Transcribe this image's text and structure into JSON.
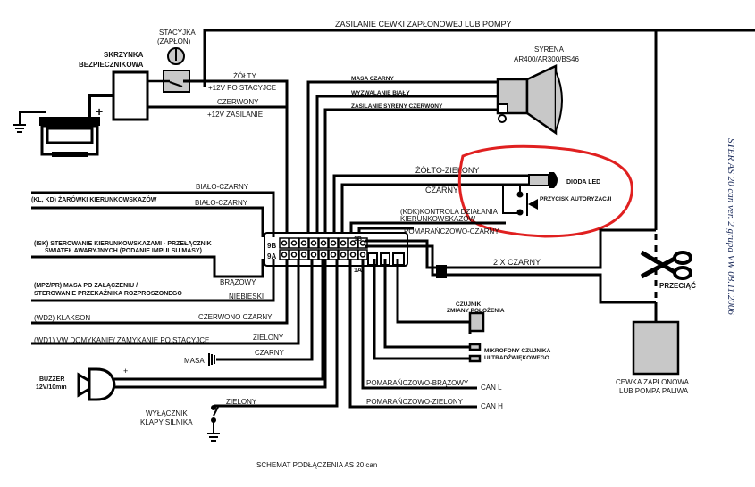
{
  "title": "SCHEMAT PODŁĄCZENIA AS 20 can",
  "side_note": "STER AS 20 can ver. 2 grupa VW 08.11.2006",
  "components": {
    "fuse_box": {
      "line1": "SKRZYNKA",
      "line2": "BEZPIECZNIKOWA"
    },
    "ignition": {
      "line1": "STACYJKA",
      "line2": "(ZAPŁON)"
    },
    "battery_plus": "+",
    "siren": {
      "line1": "SYRENA",
      "line2": "AR400/AR300/BS46"
    },
    "led": "DIODA LED",
    "auth_button": "PRZYCISK AUTORYZACJI",
    "position_sensor": {
      "line1": "CZUJNIK",
      "line2": "ZMIANY POŁOŻENIA"
    },
    "microphones": {
      "line1": "MIKROFONY CZUJNIKA",
      "line2": "ULTRADŹWIĘKOWEGO"
    },
    "coil": {
      "line1": "CEWKA ZAPŁONOWA",
      "line2": "LUB POMPA PALIWA"
    },
    "cut": "PRZECIĄĆ",
    "buzzer": {
      "line1": "BUZZER",
      "line2": "12V/10mm",
      "plus": "+"
    },
    "hood_switch": {
      "line1": "WYŁĄCZNIK",
      "line2": "KLAPY SILNIKA"
    },
    "ground": "MASA",
    "connector": {
      "row_b": "9B",
      "row_a": "9A",
      "pin_1b": "1B",
      "pin_1a": "1A"
    }
  },
  "wires": {
    "coil_supply": "ZASILANIE CEWKI ZAPŁONOWEJ LUB POMPY",
    "yellow": "ŻÓŁTY",
    "yellow_desc": "+12V PO STACYJCE",
    "red": "CZERWONY",
    "red_desc": "+12V ZASILANIE",
    "siren_ground": "MASA CZARNY",
    "siren_trigger": "WYZWALANIE BIAŁY",
    "siren_supply": "ZASILANIE SYRENY CZERWONY",
    "yellow_green": "ŻÓŁTO-ZIELONY",
    "black_led": "CZARNY",
    "kdk_1": "(KDK)KONTROLA DZIAŁANIA",
    "kdk_2": "KIERUNKOWSKAZÓW",
    "orange_black": "POMARAŃCZOWO-CZARNY",
    "two_black": "2 X CZARNY",
    "white_black_1": "BIAŁO-CZARNY",
    "white_black_2": "BIAŁO-CZARNY",
    "kl_kd": "(KL, KD) ŻARÓWKI KIERUNKOWSKAZÓW",
    "isk_1": "(ISK) STEROWANIE KIERUNKOWSKAZAMI - PRZEŁĄCZNIK",
    "isk_2": "ŚWIATEŁ AWARYJNYCH (PODANIE IMPULSU MASY)",
    "brown": "BRĄZOWY",
    "mpz_1": "(MPZ/PR) MASA PO ZAŁĄCZENIU /",
    "mpz_2": "STEROWANIE PRZEKAŹNIKA ROZPROSZONEGO",
    "blue": "NIEBIESKI",
    "wd2": "(WD2) KLAKSON",
    "red_black": "CZERWONO CZARNY",
    "wd1": "(WD1) VW DOMYKANIE/ ZAMYKANIE PO STACYJCE",
    "green": "ZIELONY",
    "black_ground": "CZARNY",
    "green_hood": "ZIELONY",
    "orange_brown": "POMARAŃCZOWO-BRĄZOWY",
    "can_l": "CAN L",
    "orange_green": "POMARAŃCZOWO-ZIELONY",
    "can_h": "CAN H"
  },
  "colors": {
    "highlight": "#e02020",
    "component_fill": "#c8c8c8",
    "side_note": "#1a2a5a"
  }
}
